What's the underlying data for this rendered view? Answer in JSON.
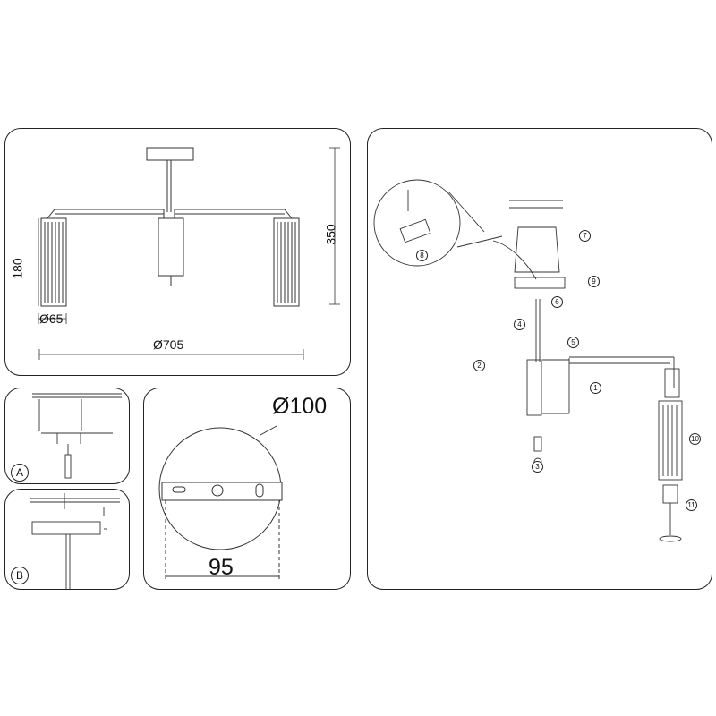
{
  "dimension_panel": {
    "height_total": "350",
    "height_shade": "180",
    "diameter_shade": "Ø65",
    "diameter_span": "Ø705"
  },
  "step_a": {
    "letter": "A"
  },
  "step_b": {
    "letter": "B"
  },
  "canopy_panel": {
    "diameter": "Ø100",
    "hole_spacing": "95"
  },
  "assembly_panel": {
    "steps": [
      "1",
      "2",
      "3",
      "4",
      "5",
      "6",
      "7",
      "8",
      "9",
      "10",
      "11"
    ]
  }
}
